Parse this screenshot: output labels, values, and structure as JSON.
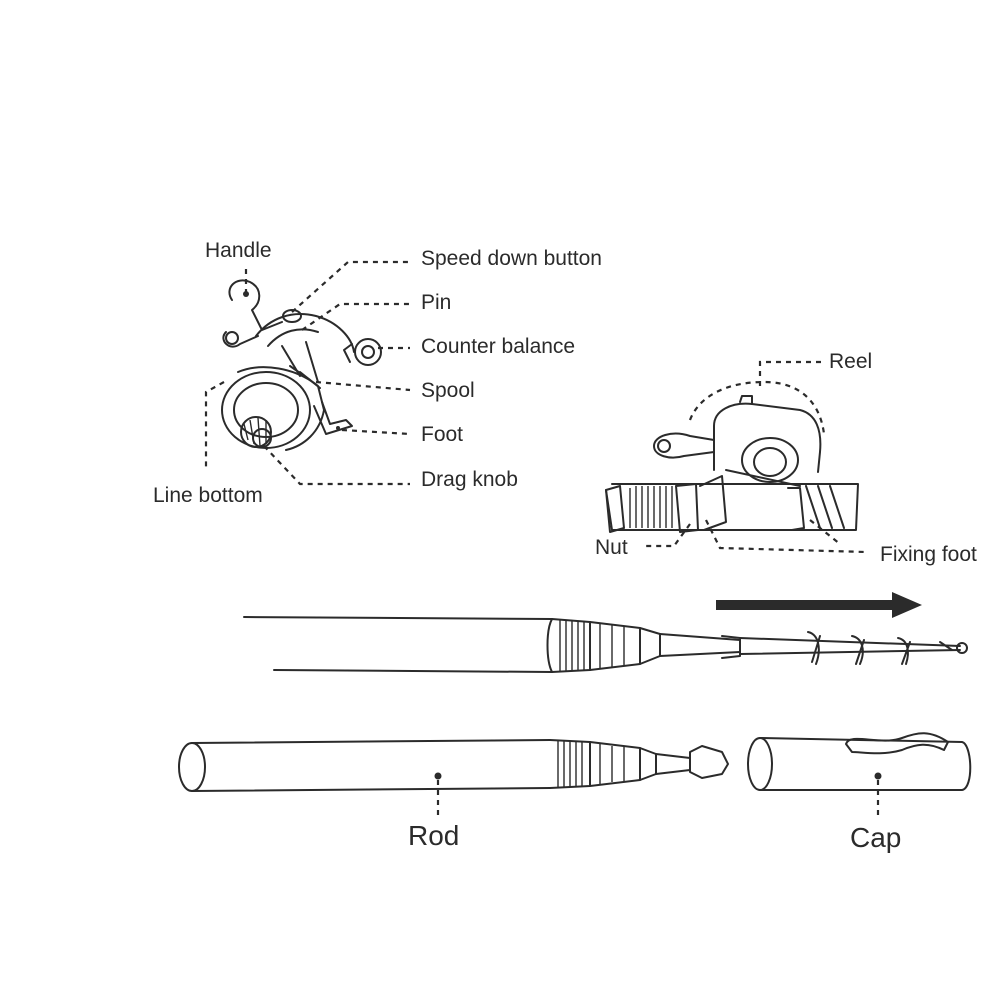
{
  "reel_labels": {
    "handle": "Handle",
    "speed_down_button": "Speed down button",
    "pin": "Pin",
    "counter_balance": "Counter balance",
    "spool": "Spool",
    "foot": "Foot",
    "drag_knob": "Drag knob",
    "line_bottom": "Line bottom"
  },
  "assembly_labels": {
    "reel": "Reel",
    "nut": "Nut",
    "fixing_foot": "Fixing foot"
  },
  "pen_labels": {
    "rod": "Rod",
    "cap": "Cap"
  },
  "colors": {
    "ink": "#2b2b2b",
    "background": "#ffffff"
  },
  "icons": {
    "extend_direction": "arrow-right-icon"
  }
}
